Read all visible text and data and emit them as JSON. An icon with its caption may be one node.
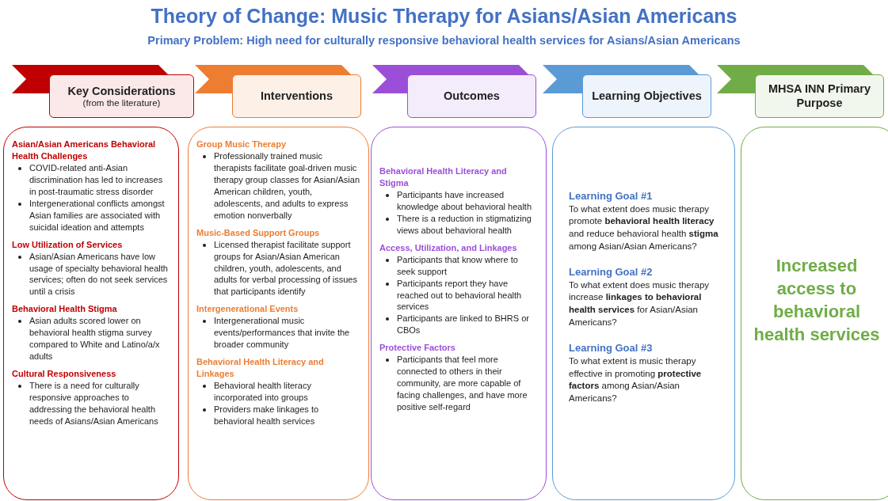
{
  "diagram": {
    "title": "Theory of Change: Music Therapy for Asians/Asian Americans",
    "nodes": [
      {
        "text": [
          "Key Considerations",
          "(from the literature)"
        ]
      },
      {
        "text": [
          "Interventions"
        ]
      },
      {
        "text": [
          "Outcomes"
        ]
      },
      {
        "text": [
          "Learning Objectives"
        ]
      },
      {
        "text": [
          "MHSA INN Primary Purpose"
        ]
      },
      {
        "text": [
          "Asian/Asian Americans Behavioral Health Challenges",
          "COVID-related anti-Asian discrimination has led to increases in post-traumatic stress disorder",
          "Intergenerational conflicts amongst Asian families are associated with suicidal ideation and attempts",
          "Low Utilization of Services",
          "Asian/Asian Americans have low usage of specialty behavioral health services; often do not seek services until a crisis",
          "Behavioral Health Stigma",
          "Asian adults scored lower on behavioral health stigma survey compared to White and Latino/a/x adults",
          "Cultural Responsiveness",
          "There is a need for culturally responsive approaches to addressing the behavioral health needs of Asians/Asian Americans"
        ]
      },
      {
        "text": [
          "Group Music Therapy",
          "Professionally trained music therapists facilitate goal-driven music therapy group classes for Asian/Asian American children, youth, adolescents, and adults to express emotion nonverbally",
          "Music-Based Support Groups",
          "Licensed therapist facilitate support groups for Asian/Asian American children, youth, adolescents, and adults for verbal processing of issues that participants identify",
          "Intergenerational Events",
          "Intergenerational music events/performances that invite the broader community",
          "Behavioral Health Literacy and Linkages",
          "Behavioral health literacy incorporated into groups",
          "Providers make linkages to behavioral health services"
        ]
      },
      {
        "text": [
          "Behavioral Health Literacy and Stigma",
          "Participants have increased knowledge about behavioral health",
          "There is a reduction in stigmatizing views about behavioral health",
          "Access, Utilization, and Linkages",
          "Participants that know where to seek support",
          "Participants report they have reached out to behavioral health services",
          "Participants are linked to BHRS or CBOs",
          "Protective Factors",
          "Participants that feel more connected to others in their community, are more capable of facing challenges, and have more positive self-regard"
        ]
      },
      {
        "text": [
          "Learning Goal #1",
          "To what extent does music therapy promote **behavioral health literacy** and reduce behavioral health **stigma** among Asian/Asian Americans?",
          "Learning Goal #2",
          "To what extent does music therapy increase **linkages to behavioral health services** for Asian/Asian Americans?",
          "Learning Goal #3",
          "To what extent is music therapy effective in promoting **protective factors** among Asian/Asian Americans?"
        ]
      },
      {
        "text": [
          "Increased access to behavioral health services"
        ]
      }
    ],
    "labels": [
      "Primary Problem: High need for culturally responsive behavioral health services for Asians/Asian Americans"
    ]
  }
}
